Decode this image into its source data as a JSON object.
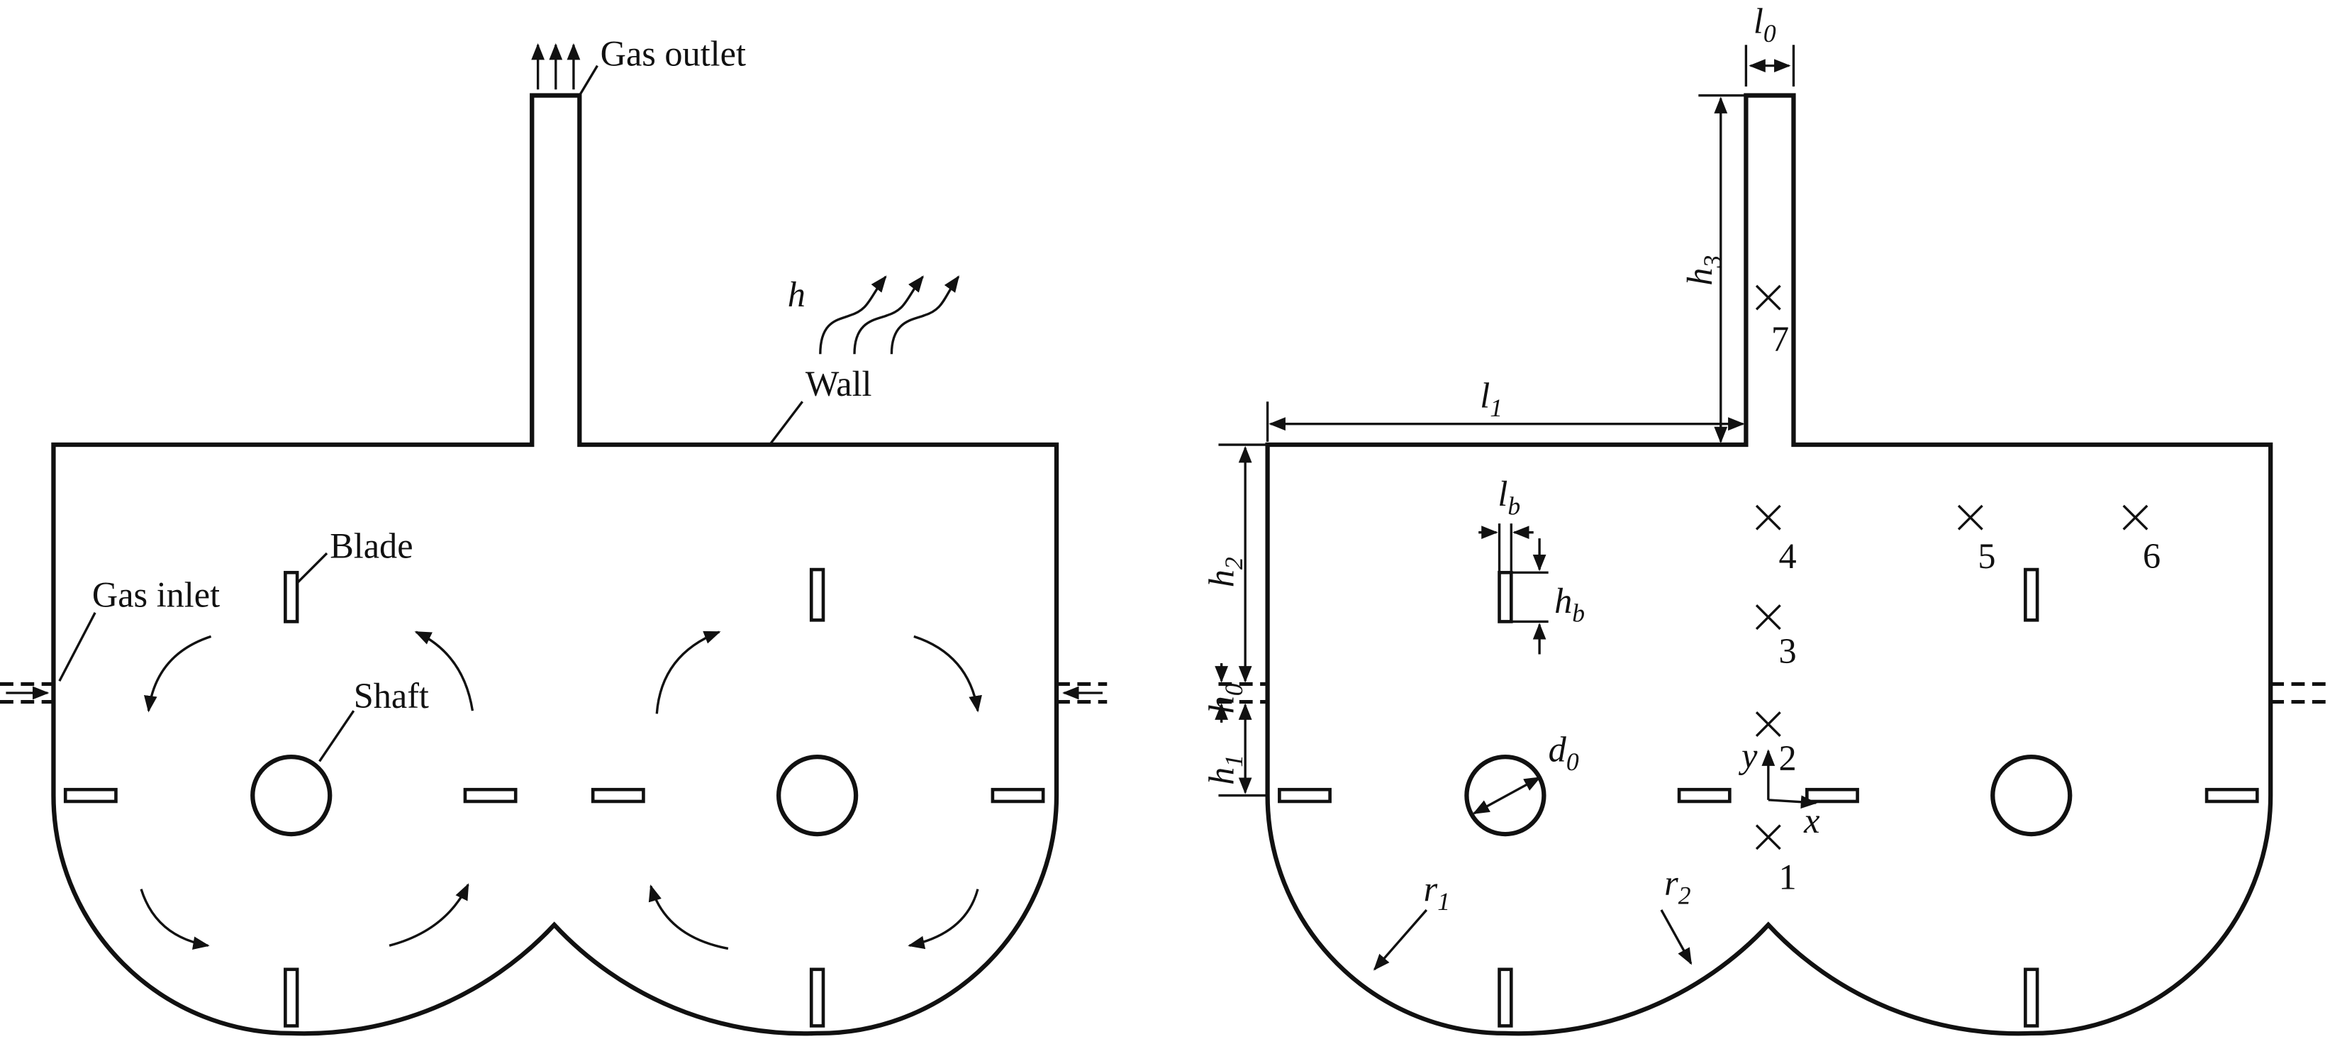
{
  "left_figure": {
    "gas_outlet": "Gas outlet",
    "wall": "Wall",
    "heat": "h",
    "blade": "Blade",
    "gas_inlet": "Gas inlet",
    "shaft": "Shaft"
  },
  "right_figure": {
    "l0": {
      "main": "l",
      "sub": "0"
    },
    "l1": {
      "main": "l",
      "sub": "1"
    },
    "lb": {
      "main": "l",
      "sub": "b"
    },
    "hb": {
      "main": "h",
      "sub": "b"
    },
    "h0": {
      "main": "h",
      "sub": "0"
    },
    "h1": {
      "main": "h",
      "sub": "1"
    },
    "h2": {
      "main": "h",
      "sub": "2"
    },
    "h3": {
      "main": "h",
      "sub": "3"
    },
    "d0": {
      "main": "d",
      "sub": "0"
    },
    "r1": {
      "main": "r",
      "sub": "1"
    },
    "r2": {
      "main": "r",
      "sub": "2"
    },
    "axis_x": "x",
    "axis_y": "y",
    "points": [
      "1",
      "2",
      "3",
      "4",
      "5",
      "6",
      "7"
    ]
  }
}
